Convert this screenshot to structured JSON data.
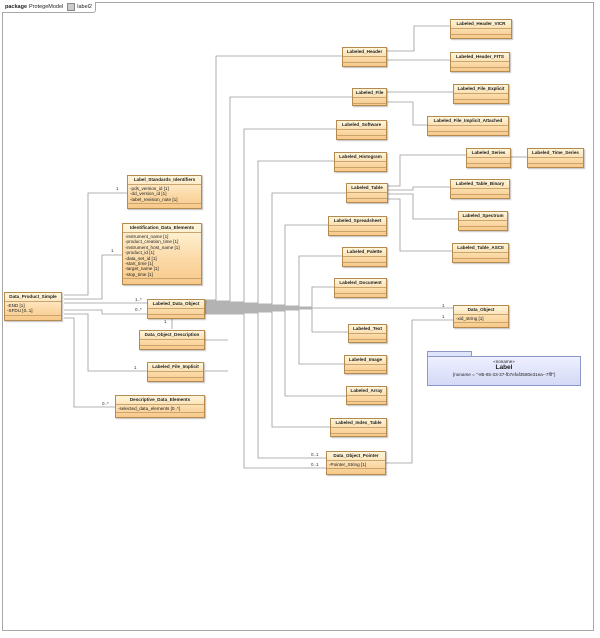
{
  "package": {
    "keyword": "package",
    "name": "ProtegeModel",
    "diagram_name": "label2"
  },
  "classes": {
    "labeled_header": {
      "name": "Labeled_Header",
      "attrs": []
    },
    "labeled_header_vicr": {
      "name": "Labeled_Header_VICR",
      "attrs": []
    },
    "labeled_header_fits": {
      "name": "Labeled_Header_FITS",
      "attrs": []
    },
    "labeled_file": {
      "name": "Labeled_File",
      "attrs": []
    },
    "labeled_file_explicit": {
      "name": "Labeled_File_Explicit",
      "attrs": []
    },
    "labeled_file_implicit_attached": {
      "name": "Labeled_File_Implicit_Attached",
      "attrs": []
    },
    "labeled_software": {
      "name": "Labeled_Software",
      "attrs": []
    },
    "labeled_histogram": {
      "name": "Labeled_Histogram",
      "attrs": []
    },
    "labeled_series": {
      "name": "Labeled_Series",
      "attrs": []
    },
    "labeled_time_series": {
      "name": "Labeled_Time_Series",
      "attrs": []
    },
    "labeled_table": {
      "name": "Labeled_Table",
      "attrs": []
    },
    "labeled_table_binary": {
      "name": "Labeled_Table_Binary",
      "attrs": []
    },
    "labeled_spectrum": {
      "name": "Labeled_Spectrum",
      "attrs": []
    },
    "labeled_spreadsheet": {
      "name": "Labeled_Spreadsheet",
      "attrs": []
    },
    "labeled_palette": {
      "name": "Labeled_Palette",
      "attrs": []
    },
    "labeled_table_ascii": {
      "name": "Labeled_Table_ASCII",
      "attrs": []
    },
    "labeled_document": {
      "name": "Labeled_Document",
      "attrs": []
    },
    "labeled_text": {
      "name": "Labeled_Text",
      "attrs": []
    },
    "labeled_image": {
      "name": "Labeled_Image",
      "attrs": []
    },
    "labeled_array": {
      "name": "Labeled_Array",
      "attrs": []
    },
    "labeled_index_table": {
      "name": "Labeled_Index_Table",
      "attrs": []
    },
    "data_object_pointer": {
      "name": "Data_Object_Pointer",
      "attrs": [
        "-Pointer_String [1]"
      ]
    },
    "data_object": {
      "name": "Data_Object",
      "attrs": [
        "-xid_string [1]"
      ]
    },
    "label_standards_identifiers": {
      "name": "Label_Standards_Identifiers",
      "attrs": [
        "-pds_version_id [1]",
        "-dd_version_id [1]",
        "-label_revision_note [1]"
      ]
    },
    "identification_data_elements": {
      "name": "Identification_Data_Elements",
      "attrs": [
        "-instrument_name [1]",
        "-product_creation_time [1]",
        "-instrument_host_name [1]",
        "-product_id [1]",
        "-data_set_id [1]",
        "-start_time [1]",
        "-target_name [1]",
        "-stop_time [1]"
      ]
    },
    "data_product_simple": {
      "name": "Data_Product_Simple",
      "attrs": [
        "-END [1]",
        "-SFDU [0..1]"
      ]
    },
    "labeled_data_object": {
      "name": "Labeled_Data_Object",
      "attrs": []
    },
    "data_object_description": {
      "name": "Data_Object_Description",
      "attrs": []
    },
    "labeled_file_implicit": {
      "name": "Labeled_File_Implicit",
      "attrs": []
    },
    "descriptive_data_elements": {
      "name": "Descriptive_Data_Elements",
      "attrs": [
        "-selected_data_elements [0..*]"
      ]
    }
  },
  "multiplicities": {
    "lsi": "1",
    "ide": "1",
    "ldo_1": "1..*",
    "ldo_2": "0..*",
    "dod": "1",
    "lfi": "1",
    "dde": "0..*",
    "dop_1": "0..1",
    "dop_2": "0..1",
    "do_1": "1",
    "do_2": "1"
  },
  "note": {
    "stereotype": "«noname»",
    "title": "Label",
    "tagged_value": "{noname = \"-85-65-33-37-fb7efaf3580e31ea--7fff\"}"
  },
  "colors": {
    "class_fill_top": "#fff6dc",
    "class_fill_bottom": "#f8c98a",
    "class_border": "#b58a50",
    "wire": "#9a9a9a",
    "note_fill": "#d4daf6",
    "note_border": "#8d97c8"
  }
}
